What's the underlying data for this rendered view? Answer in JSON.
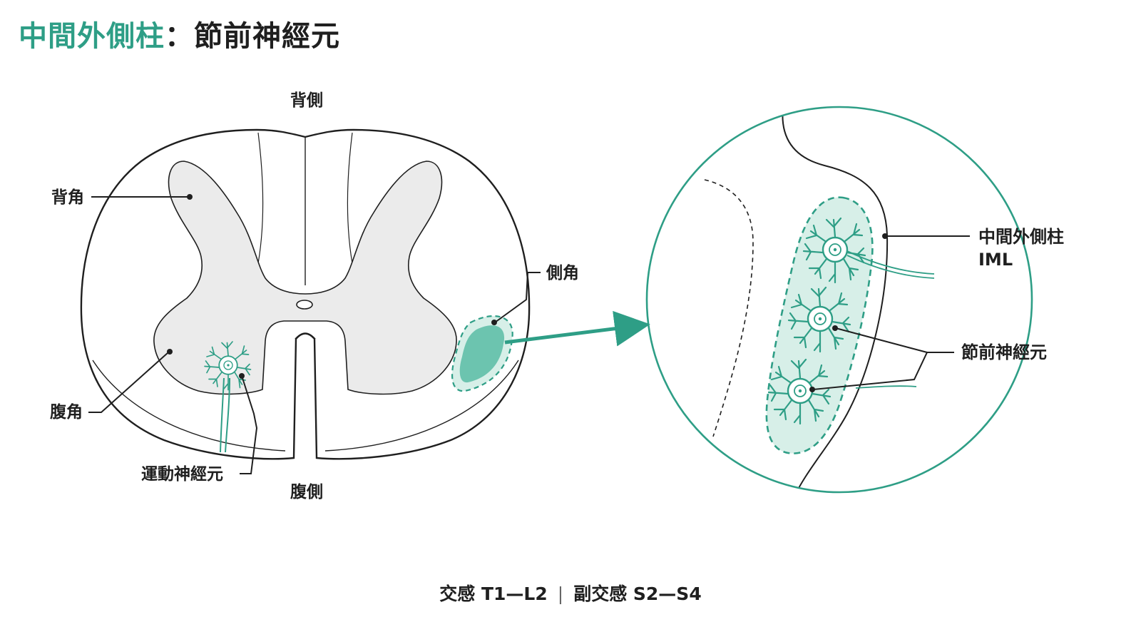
{
  "title": {
    "highlight": "中間外側柱",
    "separator": "：",
    "main": "節前神經元"
  },
  "cross_section": {
    "dorsal_label": "背側",
    "ventral_label": "腹側",
    "dorsal_horn_label": "背角",
    "ventral_horn_label": "腹角",
    "lateral_horn_label": "側角",
    "motor_neuron_label": "運動神經元"
  },
  "magnified": {
    "iml_label_line1": "中間外側柱",
    "iml_label_line2": "IML",
    "preganglionic_label": "節前神經元"
  },
  "footer": {
    "sympathetic": "交感 T1—L2",
    "divider": "|",
    "parasympathetic": "副交感 S2—S4"
  },
  "colors": {
    "accent": "#2e9e86",
    "accent_fill": "#6cc4af",
    "accent_light": "#d7efe8",
    "grey_matter": "#ebebeb",
    "outline": "#1f1f1f"
  }
}
